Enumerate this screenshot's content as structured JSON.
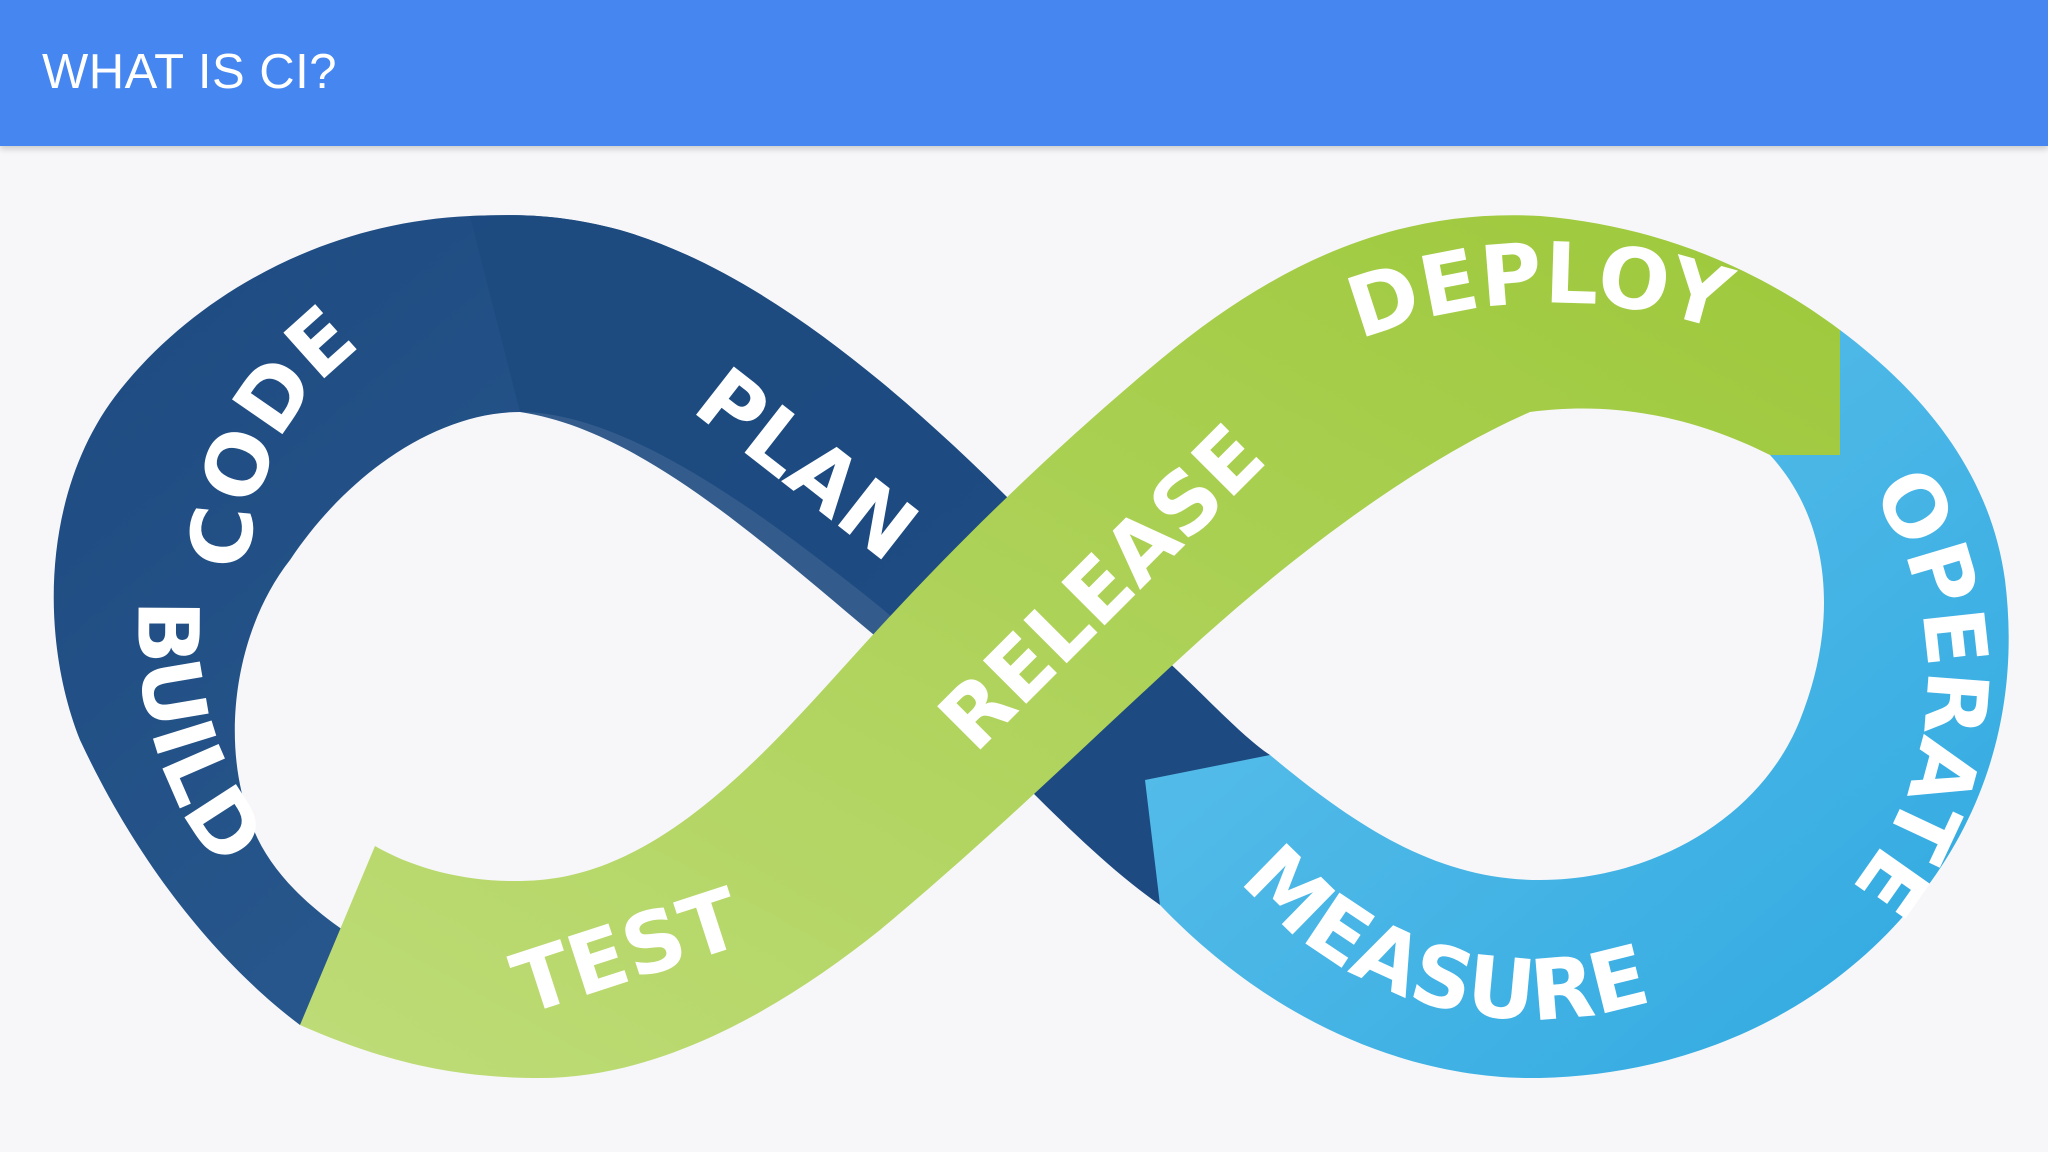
{
  "header": {
    "title": "WHAT IS CI?"
  },
  "diagram": {
    "stages": [
      "CODE",
      "PLAN",
      "BUILD",
      "TEST",
      "RELEASE",
      "DEPLOY",
      "OPERATE",
      "MEASURE"
    ],
    "colors": {
      "dark_blue": "#1d4a80",
      "light_green": "#a7cf48",
      "light_blue": "#3aaee3"
    }
  }
}
